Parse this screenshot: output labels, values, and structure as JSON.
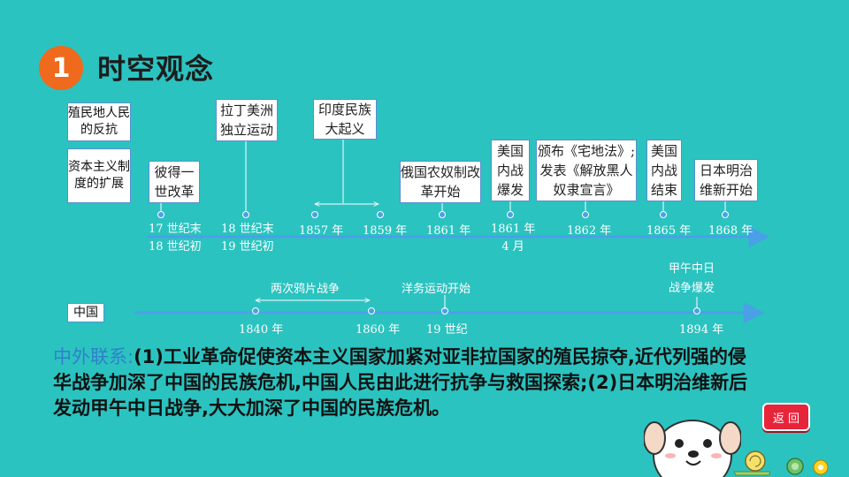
{
  "header": {
    "number": "1",
    "title": "时空观念"
  },
  "labels": {
    "colonial": "殖民地人民的反抗",
    "capitalist": "资本主义制度的扩展",
    "china": "中国"
  },
  "events_top": [
    {
      "text": "拉丁美洲独立运动"
    },
    {
      "text": "印度民族大起义"
    }
  ],
  "events_mid": [
    {
      "text": "彼得一世改革"
    },
    {
      "text": "俄国农奴制改革开始"
    },
    {
      "text": "美国内战爆发"
    },
    {
      "text": "颁布《宅地法》;发表《解放黑人奴隶宣言》"
    },
    {
      "text": "美国内战结束"
    },
    {
      "text": "日本明治维新开始"
    }
  ],
  "world_ticks": [
    {
      "line1": "17 世纪末",
      "line2": "18 世纪初"
    },
    {
      "line1": "18 世纪末",
      "line2": "19 世纪初"
    },
    {
      "line1": "1857 年",
      "line2": ""
    },
    {
      "line1": "1859 年",
      "line2": ""
    },
    {
      "line1": "1861 年",
      "line2": ""
    },
    {
      "line1": "1861 年",
      "line2": "4 月"
    },
    {
      "line1": "1862 年",
      "line2": ""
    },
    {
      "line1": "1865 年",
      "line2": ""
    },
    {
      "line1": "1868 年",
      "line2": ""
    }
  ],
  "china_events": {
    "opium": "两次鸦片战争",
    "westernization": "洋务运动开始",
    "sino_japan_1": "甲午中日",
    "sino_japan_2": "战争爆发"
  },
  "china_ticks": [
    "1840 年",
    "1860 年",
    "19 世纪",
    "1894 年"
  ],
  "paragraph": {
    "label": "中外联系:",
    "text": "(1)工业革命促使资本主义国家加紧对亚非拉国家的殖民掠夺,近代列强的侵华战争加深了中国的民族危机,中国人民由此进行抗争与救国探索;(2)日本明治维新后发动甲午中日战争,大大加深了中国的民族危机。"
  },
  "back_button": "返 回",
  "colors": {
    "background": "#2bc3c0",
    "badge": "#ef6a1c",
    "axis": "#4aa0e6",
    "highlight": "#2f7fcc",
    "back": "#e8243b"
  }
}
